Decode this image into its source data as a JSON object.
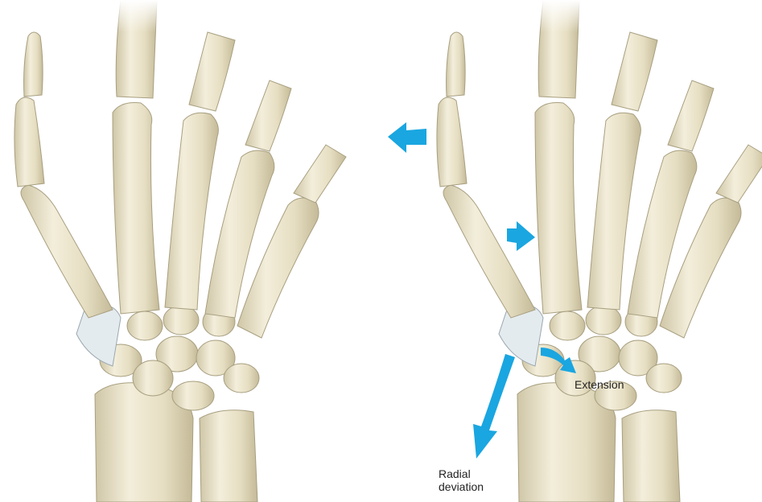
{
  "illustration": {
    "panels": [
      "left-hand-skeleton",
      "right-hand-skeleton"
    ],
    "arrow_color": "#1aa6e0",
    "bone_color": "#e9e2c8",
    "labels": {
      "extension": "Extension",
      "radial_deviation_line1": "Radial",
      "radial_deviation_line2": "deviation"
    }
  }
}
